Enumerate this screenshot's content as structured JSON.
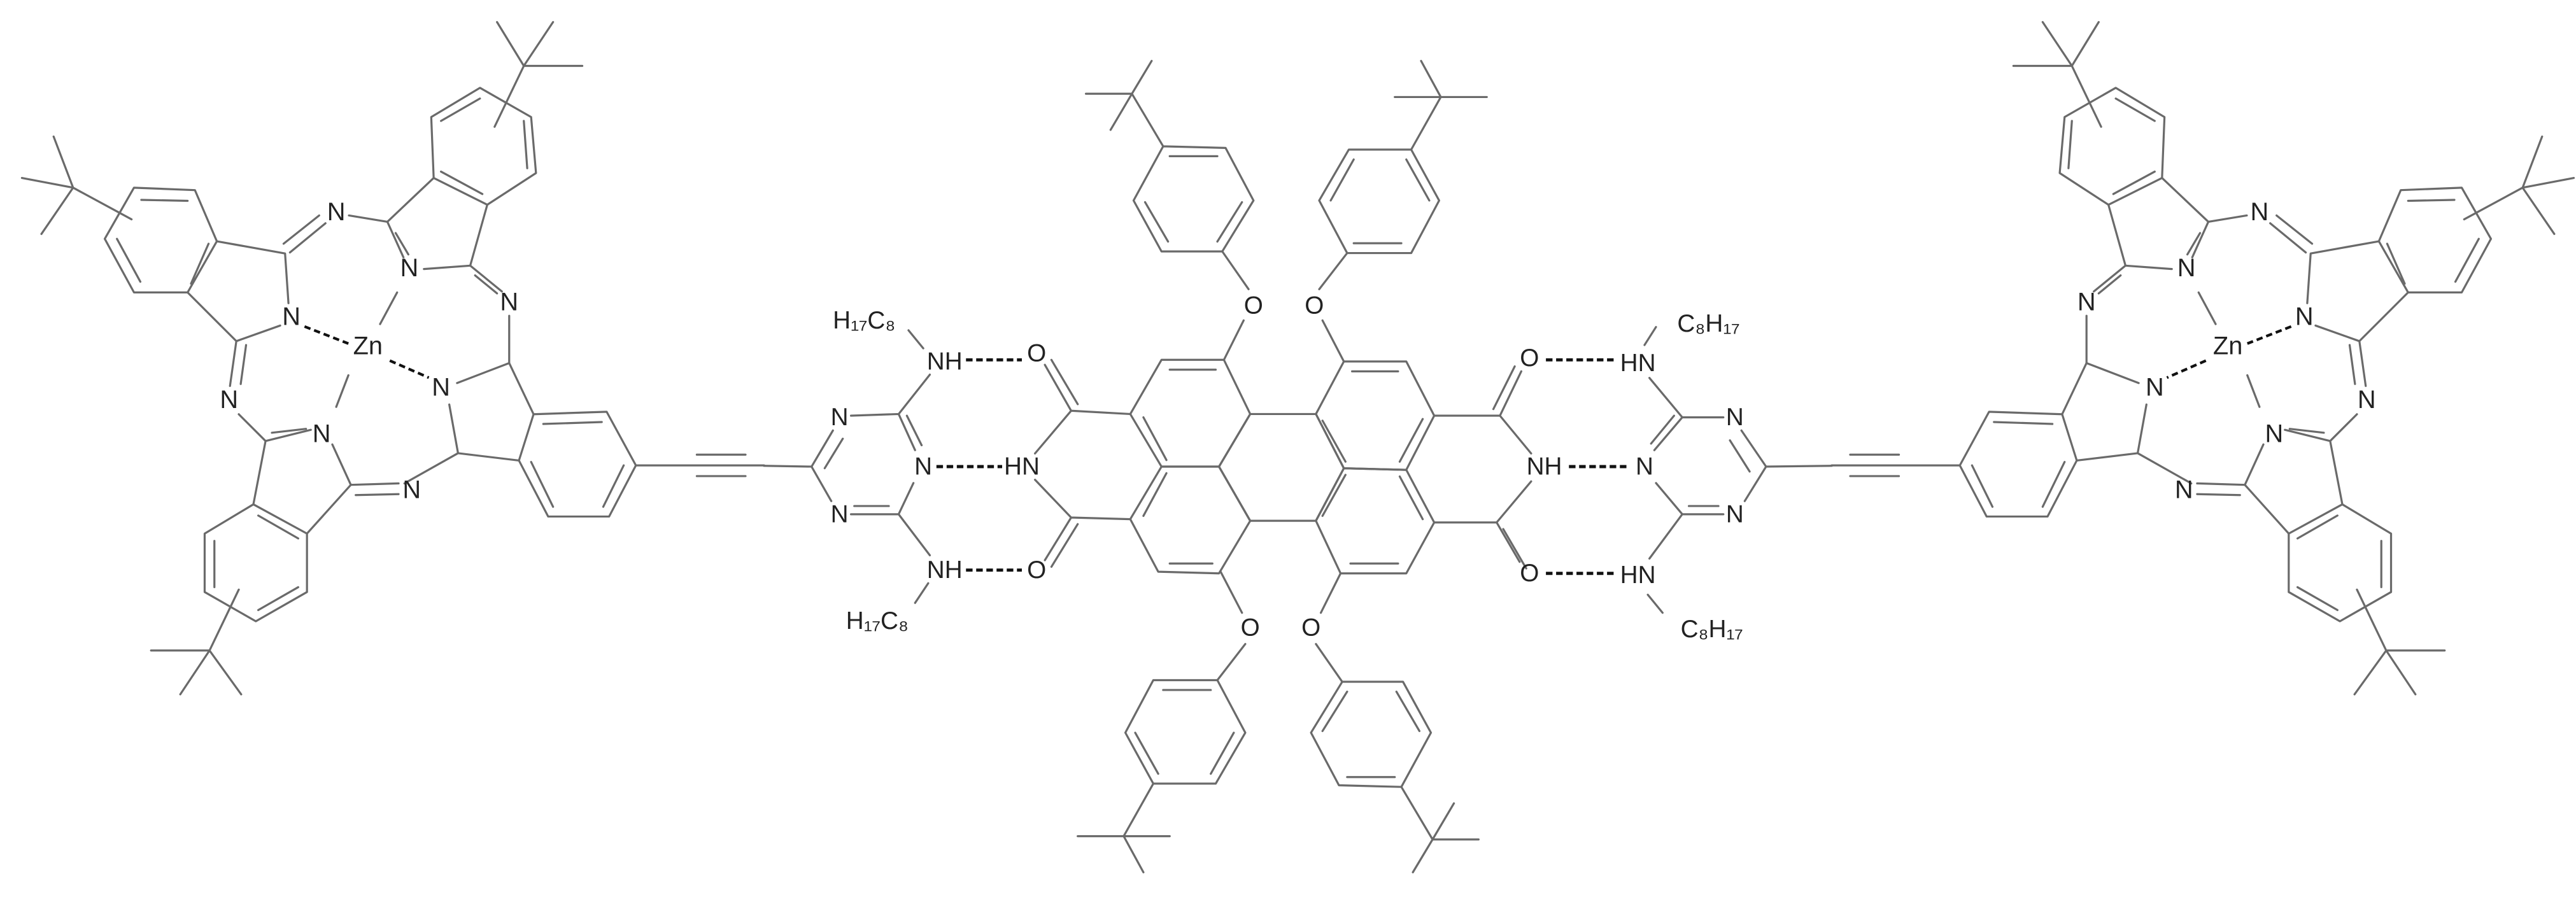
{
  "diagram": {
    "atoms": {
      "zinc": "Zn",
      "nitrogen": "N",
      "oxygen": "O",
      "imide_nh_left": "HN",
      "imide_nh_right": "NH",
      "amine_nh_left": "NH",
      "amine_nh_right": "HN",
      "octyl_left": "H₁₇C₈",
      "octyl_right": "C₈H₁₇"
    },
    "colors": {
      "bond": "#6a6a6a",
      "hydrogen_bond": "#111111",
      "text": "#222222"
    }
  }
}
